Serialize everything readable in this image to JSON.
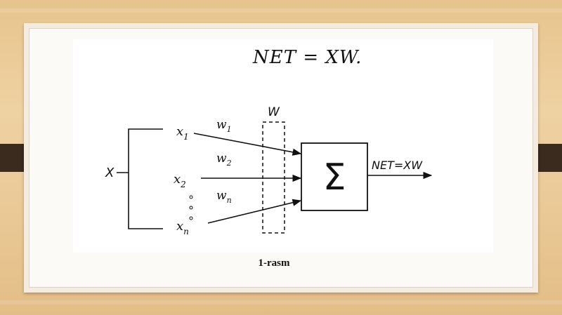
{
  "formula": "NET = XW.",
  "diagram": {
    "input_vector_label": "X",
    "weights_label": "W",
    "inputs": [
      "x",
      "x",
      "x"
    ],
    "input_subscripts": [
      "1",
      "2",
      "n"
    ],
    "weights": [
      "w",
      "w",
      "w"
    ],
    "weight_subscripts": [
      "1",
      "2",
      "n"
    ],
    "sum_symbol": "Σ",
    "output_label": "NET=XW"
  },
  "caption": "1-rasm"
}
